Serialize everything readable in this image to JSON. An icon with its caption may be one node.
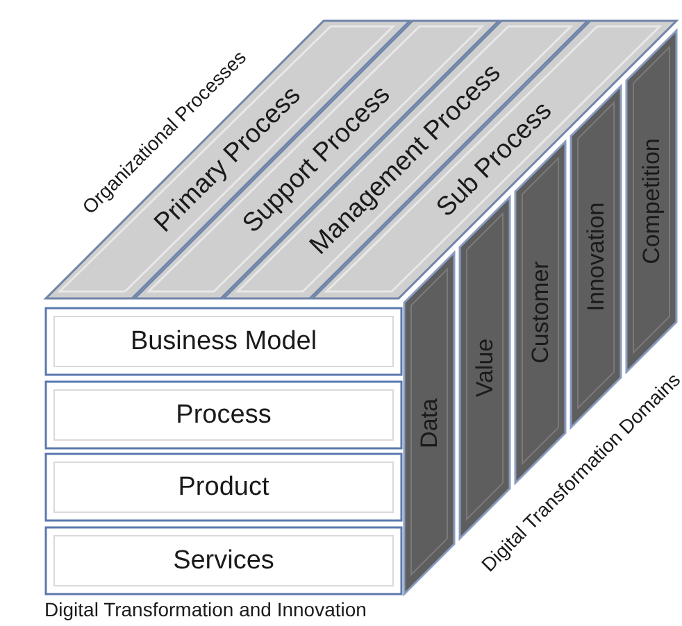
{
  "diagram": {
    "nodes": [
      {
        "text": [
          "Primary Process"
        ]
      },
      {
        "text": [
          "Support Process"
        ]
      },
      {
        "text": [
          "Management Process"
        ]
      },
      {
        "text": [
          "Sub Process"
        ]
      },
      {
        "text": [
          "Business Model"
        ]
      },
      {
        "text": [
          "Process"
        ]
      },
      {
        "text": [
          "Product"
        ]
      },
      {
        "text": [
          "Services"
        ]
      },
      {
        "text": [
          "Data"
        ]
      },
      {
        "text": [
          "Value"
        ]
      },
      {
        "text": [
          "Customer"
        ]
      },
      {
        "text": [
          "Innovation"
        ]
      },
      {
        "text": [
          "Competition"
        ]
      }
    ],
    "labels": [
      "Organizational Processes",
      "Digital Transformation Domains",
      "Digital Transformation and Innovation"
    ]
  }
}
